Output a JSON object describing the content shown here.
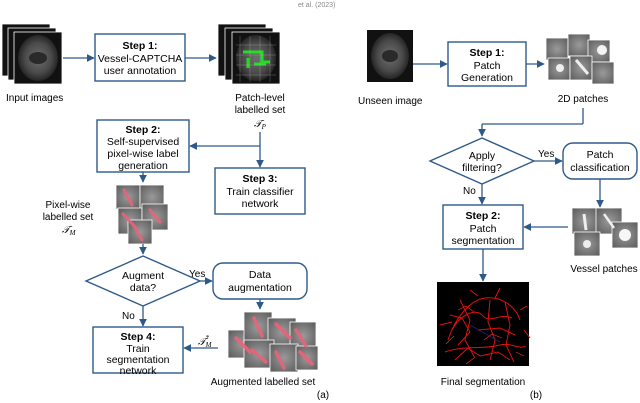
{
  "header": "et al. (2023)",
  "panel_a": {
    "input_label": "Input images",
    "step1": {
      "title": "Step 1:",
      "line1": "Vessel-CAPTCHA",
      "line2": "user annotation"
    },
    "patch_label": {
      "line1": "Patch-level",
      "line2": "labelled set",
      "symbol": "𝒯",
      "sub": "P"
    },
    "step2": {
      "title": "Step 2:",
      "line1": "Self-supervised",
      "line2": "pixel-wise label",
      "line3": "generation"
    },
    "step3": {
      "title": "Step 3:",
      "line1": "Train classifier",
      "line2": "network"
    },
    "pixelwise_label": {
      "line1": "Pixel-wise",
      "line2": "labelled set",
      "symbol": "𝒯",
      "sub": "M"
    },
    "decision": {
      "line1": "Augment",
      "line2": "data?"
    },
    "yes": "Yes",
    "no": "No",
    "data_aug": {
      "line1": "Data",
      "line2": "augmentation"
    },
    "step4": {
      "title": "Step 4:",
      "line1": "Train",
      "line2": "segmentation",
      "line3": "network"
    },
    "aug_symbol": {
      "symbol": "𝒯",
      "sub": "M",
      "sup": "*"
    },
    "aug_label": "Augmented labelled set",
    "caption": "(a)"
  },
  "panel_b": {
    "unseen_label": "Unseen image",
    "step1": {
      "title": "Step 1:",
      "line1": "Patch",
      "line2": "Generation"
    },
    "patches_label": "2D patches",
    "decision": {
      "line1": "Apply",
      "line2": "filtering?"
    },
    "yes": "Yes",
    "no": "No",
    "classif": {
      "line1": "Patch",
      "line2": "classification"
    },
    "step2": {
      "title": "Step 2:",
      "line1": "Patch",
      "line2": "segmentation"
    },
    "vessel_label": "Vessel patches",
    "final_label": "Final segmentation",
    "caption": "(b)"
  },
  "colors": {
    "box_border": "#2e5a8a",
    "vessel_pink": "#e8647a",
    "vessel_red": "#e01010",
    "annot_green": "#22dd22"
  }
}
